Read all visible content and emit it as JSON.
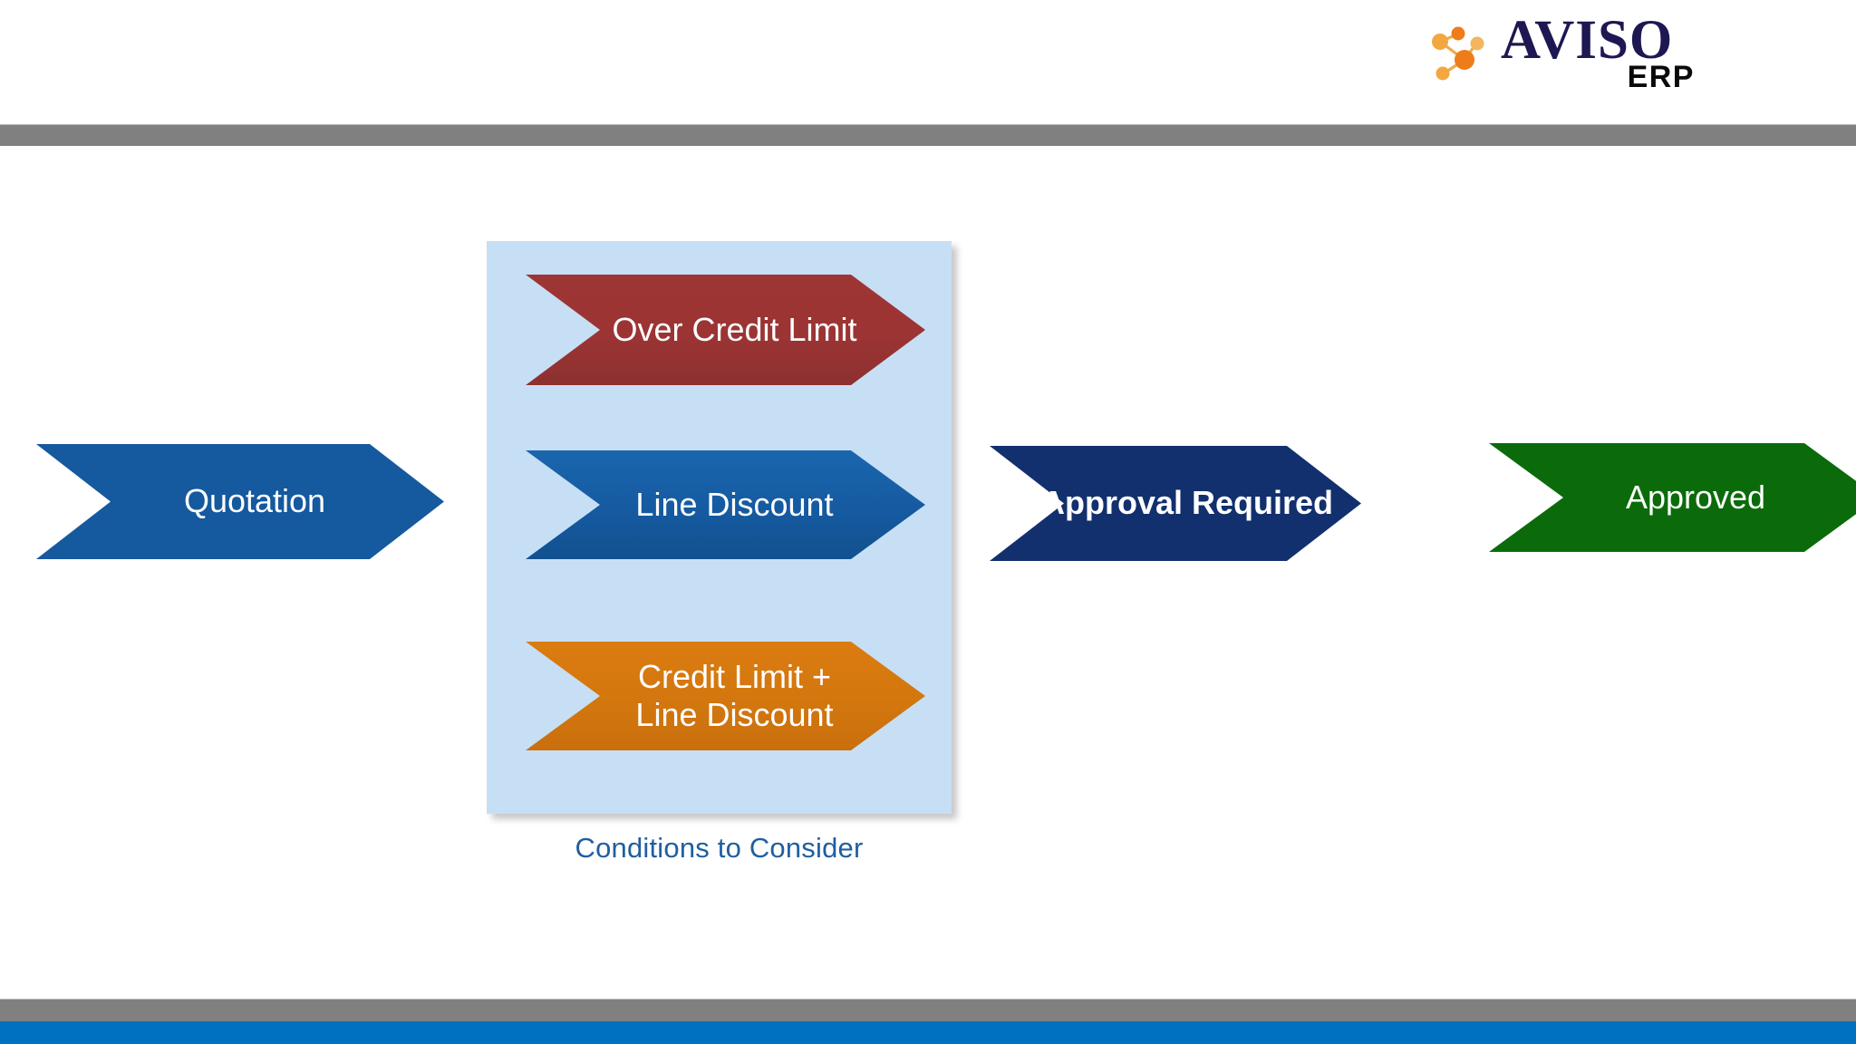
{
  "slide": {
    "background_color": "#ffffff",
    "top_bar_color": "#808080",
    "bottom_bar_gray_color": "#808080",
    "bottom_bar_blue_color": "#0070c0"
  },
  "logo": {
    "wordmark": "AVISO",
    "subtext": "ERP",
    "mark_name": "network-nodes-icon",
    "wordmark_color": "#1d1752",
    "subtext_color": "#0a0a0a",
    "node_colors": [
      "#f2a33c",
      "#ef7c1a",
      "#f5b košt"
    ]
  },
  "flow": {
    "steps": [
      {
        "id": "quotation",
        "label": "Quotation",
        "color": "#15599f",
        "text_color": "#ffffff",
        "bold": false
      },
      {
        "id": "approval-required",
        "label": "Approval Required",
        "color": "#12306e",
        "text_color": "#ffffff",
        "bold": true
      },
      {
        "id": "approved",
        "label": "Approved",
        "color": "#0b6b0b",
        "text_color": "#ffffff",
        "bold": false
      }
    ]
  },
  "conditions": {
    "panel_color": "#c7dff5",
    "caption": "Conditions to Consider",
    "caption_color": "#1f5fa0",
    "items": [
      {
        "id": "over-credit-limit",
        "label": "Over Credit Limit",
        "color": "#9c3434",
        "text_color": "#ffffff"
      },
      {
        "id": "line-discount",
        "label": "Line Discount",
        "color": "#15599f",
        "text_color": "#ffffff"
      },
      {
        "id": "credit-limit-line-discount",
        "label": "Credit Limit +\nLine Discount",
        "color": "#d2760e",
        "text_color": "#ffffff"
      }
    ]
  }
}
